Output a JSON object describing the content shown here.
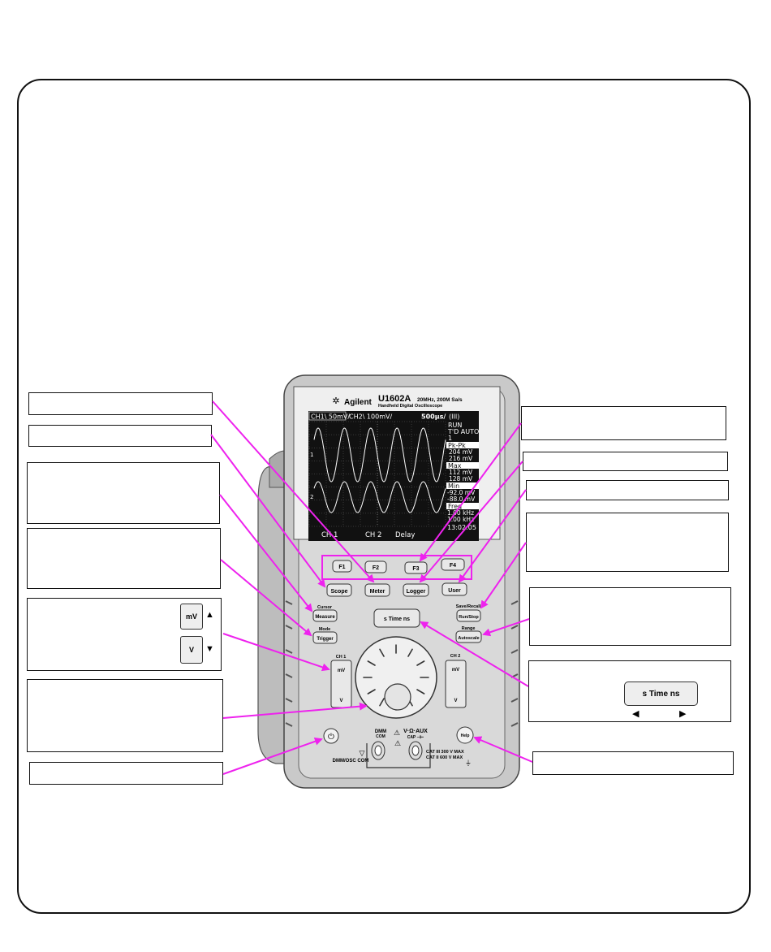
{
  "device": {
    "brand": "Agilent",
    "model": "U1602A",
    "spec": "20MHz, 200M Sa/s",
    "subtitle": "Handheld Digital Oscilloscope"
  },
  "screen": {
    "ch1_scale": "CH1\\ 50mV/",
    "ch2_scale": "CH2\\ 100mV/",
    "timebase": "500µs/",
    "battery": "(III)",
    "status_run": "RUN",
    "trigger_mode": "T'D AUTO",
    "channel_num": "1",
    "pkpk_label": "Pk-Pk",
    "pkpk_1": "204 mV",
    "pkpk_2": "216 mV",
    "max_label": "Max",
    "max_1": "112 mV",
    "max_2": "128 mV",
    "min_label": "Min",
    "min_1": "-92.0 mV",
    "min_2": "-88.0 mV",
    "freq_label": "Freq",
    "freq_1": "1.00 kHz",
    "freq_2": "1.00 kHz",
    "clock": "13:02:05",
    "marker_1": "1",
    "marker_2": "2",
    "softkey_1": "CH 1",
    "softkey_2": "CH 2",
    "softkey_3": "Delay"
  },
  "buttons": {
    "f1": "F1",
    "f2": "F2",
    "f3": "F3",
    "f4": "F4",
    "scope": "Scope",
    "meter": "Meter",
    "logger": "Logger",
    "user": "User",
    "cursor_label": "Cursor",
    "measure": "Measure",
    "mode_label": "Mode",
    "trigger": "Trigger",
    "save_recall_label": "Save/Recall",
    "run_stop": "Run/Stop",
    "range_label": "Range",
    "autoscale": "Autoscale",
    "time": "s Time ns",
    "ch1_label": "CH 1",
    "ch2_label": "CH 2",
    "mv": "mV",
    "v": "V",
    "help": "Help",
    "power_symbol": "⏻"
  },
  "terminals": {
    "dmm": "DMM",
    "com": "COM",
    "vaux": "V·Ω·AUX",
    "cap": "CAP ⊣⊢",
    "cat3": "CAT III 300 V MAX",
    "cat2": "CAT II 600 V MAX",
    "bottom_label": "DMM/OSC COM"
  },
  "callout_icons": {
    "mv": "mV",
    "v": "V",
    "up": "▲",
    "down": "▼",
    "time": "s Time ns",
    "left": "◀",
    "right": "▶"
  },
  "colors": {
    "leader": "#ee22ee",
    "body": "#c8c8c8",
    "lcd": "#0a0a0a"
  },
  "waveform": {
    "cycles": 5
  }
}
